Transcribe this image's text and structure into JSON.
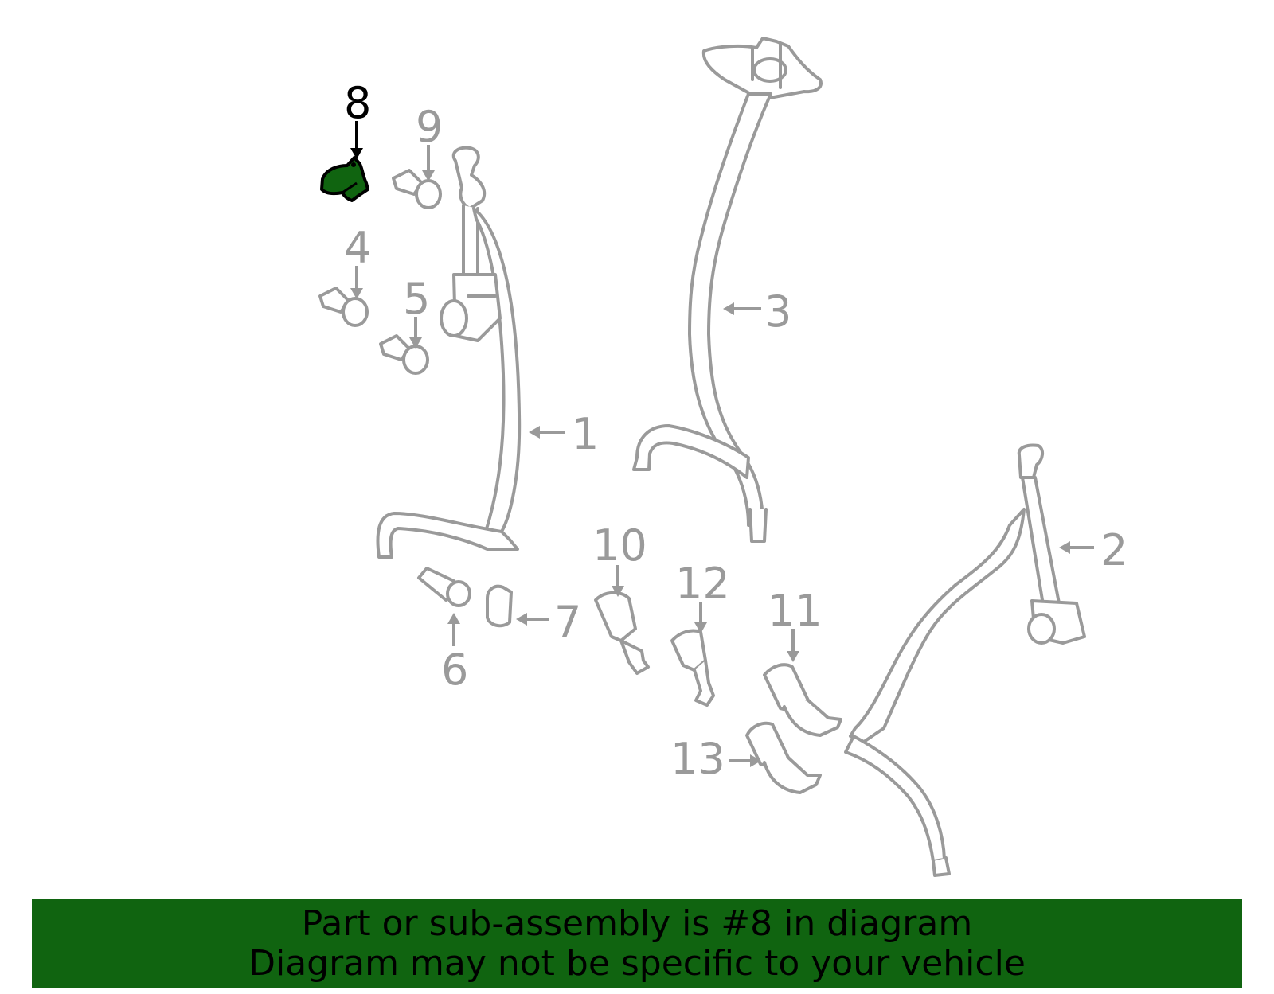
{
  "diagram": {
    "highlighted_part": "8",
    "callouts": [
      {
        "id": "1",
        "label": "1"
      },
      {
        "id": "2",
        "label": "2"
      },
      {
        "id": "3",
        "label": "3"
      },
      {
        "id": "4",
        "label": "4"
      },
      {
        "id": "5",
        "label": "5"
      },
      {
        "id": "6",
        "label": "6"
      },
      {
        "id": "7",
        "label": "7"
      },
      {
        "id": "8",
        "label": "8"
      },
      {
        "id": "9",
        "label": "9"
      },
      {
        "id": "10",
        "label": "10"
      },
      {
        "id": "11",
        "label": "11"
      },
      {
        "id": "12",
        "label": "12"
      },
      {
        "id": "13",
        "label": "13"
      }
    ]
  },
  "colors": {
    "highlight": "#106410",
    "part_outline": "#9a9a9a",
    "banner_bg": "#106410",
    "banner_text": "#000000"
  },
  "banner": {
    "line1": "Part or sub-assembly is #8 in diagram",
    "line2": "Diagram may not be specific to your vehicle"
  }
}
